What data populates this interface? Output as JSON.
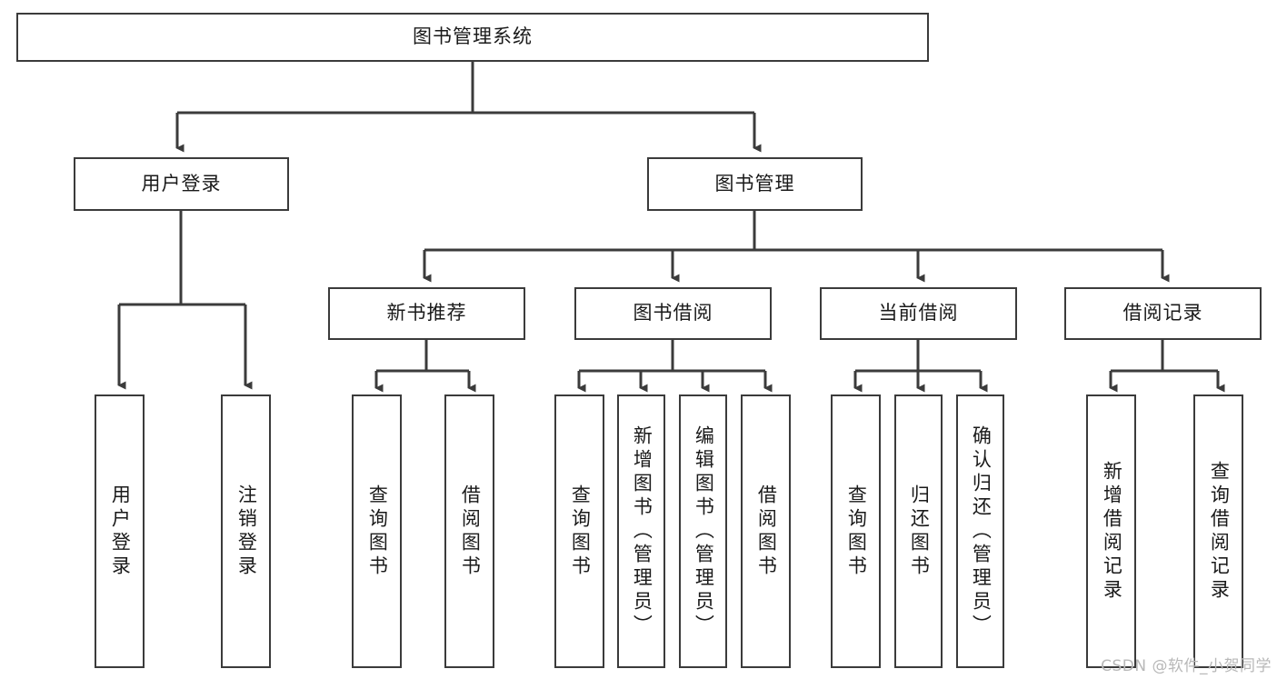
{
  "diagram": {
    "title_node": "图书管理系统",
    "type": "hierarchy-tree",
    "level1": [
      {
        "id": "user-login",
        "label": "用户登录"
      },
      {
        "id": "book-manage",
        "label": "图书管理"
      }
    ],
    "level2": [
      {
        "id": "new-book-recommend",
        "label": "新书推荐",
        "parent": "book-manage"
      },
      {
        "id": "book-borrow",
        "label": "图书借阅",
        "parent": "book-manage"
      },
      {
        "id": "current-borrow",
        "label": "当前借阅",
        "parent": "book-manage"
      },
      {
        "id": "borrow-record",
        "label": "借阅记录",
        "parent": "book-manage"
      }
    ],
    "leaves": [
      {
        "id": "leaf-user-login",
        "label": "用户登录",
        "parent": "user-login"
      },
      {
        "id": "leaf-logout-login",
        "label": "注销登录",
        "parent": "user-login"
      },
      {
        "id": "leaf-query-book-1",
        "label": "查询图书",
        "parent": "new-book-recommend"
      },
      {
        "id": "leaf-borrow-book-1",
        "label": "借阅图书",
        "parent": "new-book-recommend"
      },
      {
        "id": "leaf-query-book-2",
        "label": "查询图书",
        "parent": "book-borrow"
      },
      {
        "id": "leaf-add-book-admin",
        "label": "新增图书（管理员）",
        "parent": "book-borrow"
      },
      {
        "id": "leaf-edit-book-admin",
        "label": "编辑图书（管理员）",
        "parent": "book-borrow"
      },
      {
        "id": "leaf-borrow-book-2",
        "label": "借阅图书",
        "parent": "book-borrow"
      },
      {
        "id": "leaf-query-book-3",
        "label": "查询图书",
        "parent": "current-borrow"
      },
      {
        "id": "leaf-return-book",
        "label": "归还图书",
        "parent": "current-borrow"
      },
      {
        "id": "leaf-confirm-return-admin",
        "label": "确认归还（管理员）",
        "parent": "current-borrow"
      },
      {
        "id": "leaf-add-borrow-record",
        "label": "新增借阅记录",
        "parent": "borrow-record"
      },
      {
        "id": "leaf-query-borrow-record",
        "label": "查询借阅记录",
        "parent": "borrow-record"
      }
    ]
  },
  "watermark": {
    "text": "CSDN @软件_小贺同学"
  },
  "colors": {
    "stroke": "#3b3b3b",
    "background": "#ffffff",
    "text": "#1a1a1a",
    "watermark": "#b8b8b8"
  }
}
